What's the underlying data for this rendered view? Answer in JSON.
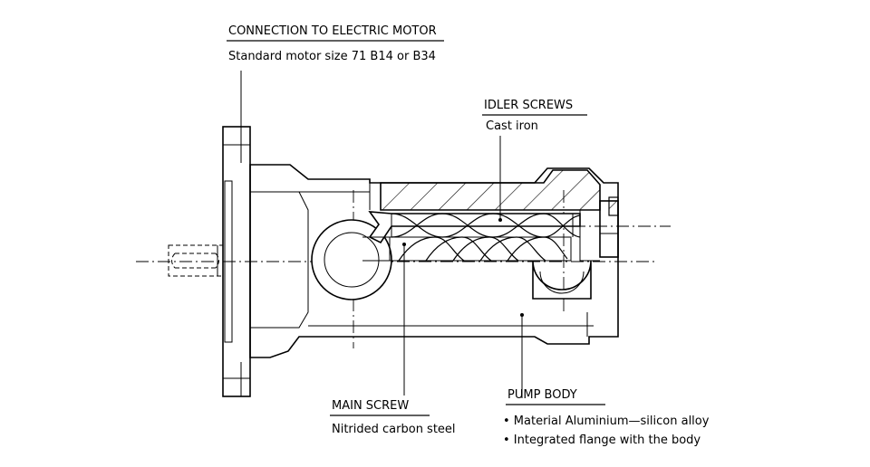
{
  "labels": {
    "motor": {
      "title": "CONNECTION TO ELECTRIC MOTOR",
      "lines": [
        "Standard motor size 71 B14 or B34"
      ]
    },
    "idler": {
      "title": "IDLER SCREWS",
      "lines": [
        "Cast iron"
      ]
    },
    "main_screw": {
      "title": "MAIN SCREW",
      "lines": [
        "Nitrided carbon steel"
      ]
    },
    "pump_body": {
      "title": "PUMP BODY",
      "lines": [
        "• Material Aluminium—silicon alloy",
        "• Integrated flange with the body"
      ]
    }
  }
}
